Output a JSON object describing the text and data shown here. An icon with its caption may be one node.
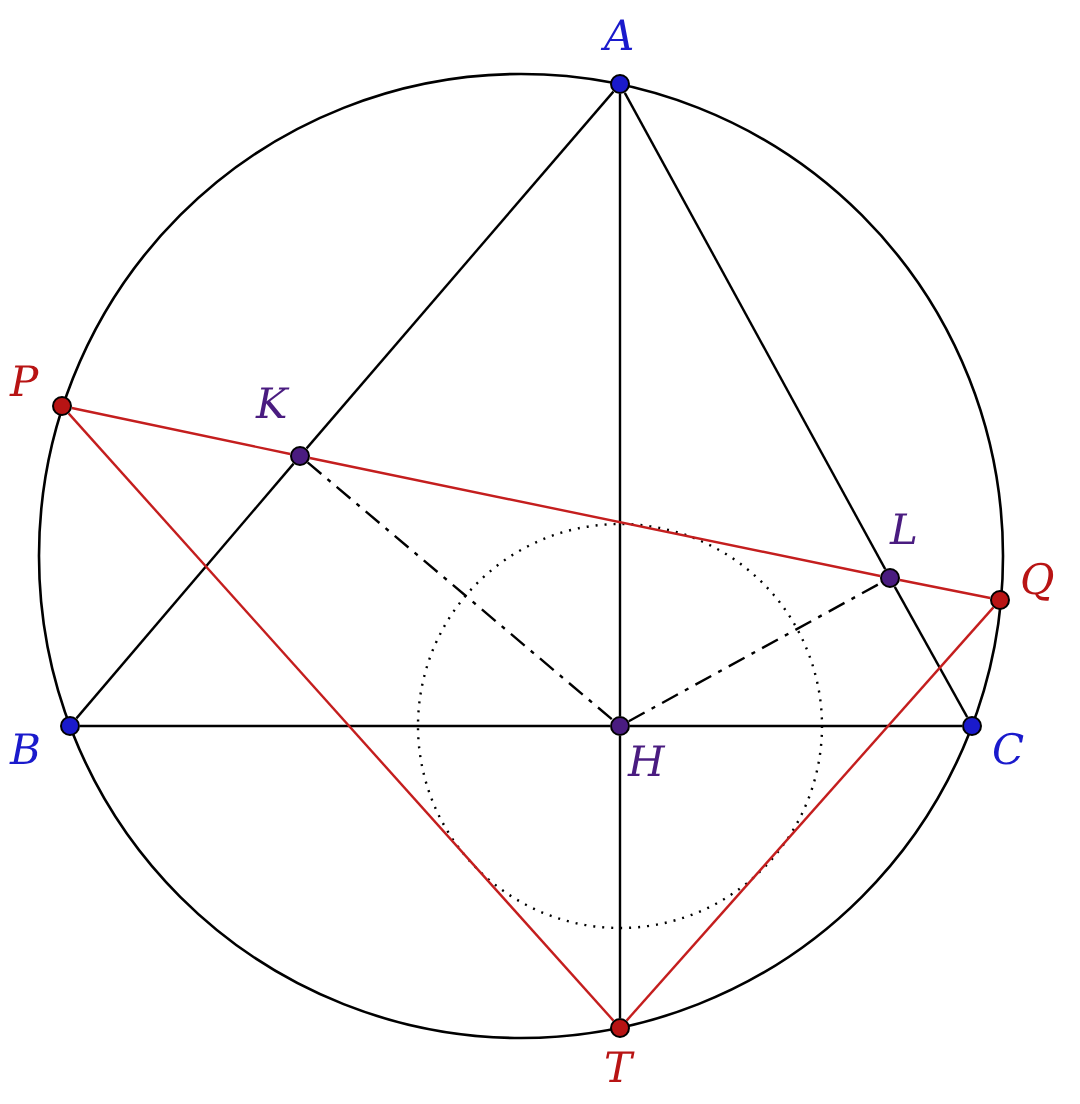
{
  "diagram": {
    "nodes": [
      {
        "text": [
          "A"
        ]
      },
      {
        "text": [
          "P"
        ]
      },
      {
        "text": [
          "K"
        ]
      },
      {
        "text": [
          "L"
        ]
      },
      {
        "text": [
          "Q"
        ]
      },
      {
        "text": [
          "B"
        ]
      },
      {
        "text": [
          "H"
        ]
      },
      {
        "text": [
          "C"
        ]
      },
      {
        "text": [
          "T"
        ]
      }
    ],
    "edges": [
      {
        "from": 0,
        "to": 2,
        "arrow": "none"
      },
      {
        "from": 2,
        "to": 5,
        "arrow": "none"
      },
      {
        "from": 0,
        "to": 3,
        "arrow": "none"
      },
      {
        "from": 3,
        "to": 7,
        "arrow": "none"
      },
      {
        "from": 0,
        "to": 6,
        "arrow": "none"
      },
      {
        "from": 6,
        "to": 8,
        "arrow": "none"
      },
      {
        "from": 5,
        "to": 6,
        "arrow": "none"
      },
      {
        "from": 6,
        "to": 7,
        "arrow": "none"
      },
      {
        "from": 1,
        "to": 2,
        "arrow": "none",
        "color": "#c41e1e"
      },
      {
        "from": 2,
        "to": 3,
        "arrow": "none",
        "color": "#c41e1e"
      },
      {
        "from": 3,
        "to": 4,
        "arrow": "none",
        "color": "#c41e1e"
      },
      {
        "from": 1,
        "to": 8,
        "arrow": "none",
        "color": "#c41e1e"
      },
      {
        "from": 8,
        "to": 4,
        "arrow": "none",
        "color": "#c41e1e"
      },
      {
        "from": 2,
        "to": 6,
        "arrow": "none",
        "style": "dashed"
      },
      {
        "from": 6,
        "to": 3,
        "arrow": "none",
        "style": "dashed"
      }
    ]
  }
}
